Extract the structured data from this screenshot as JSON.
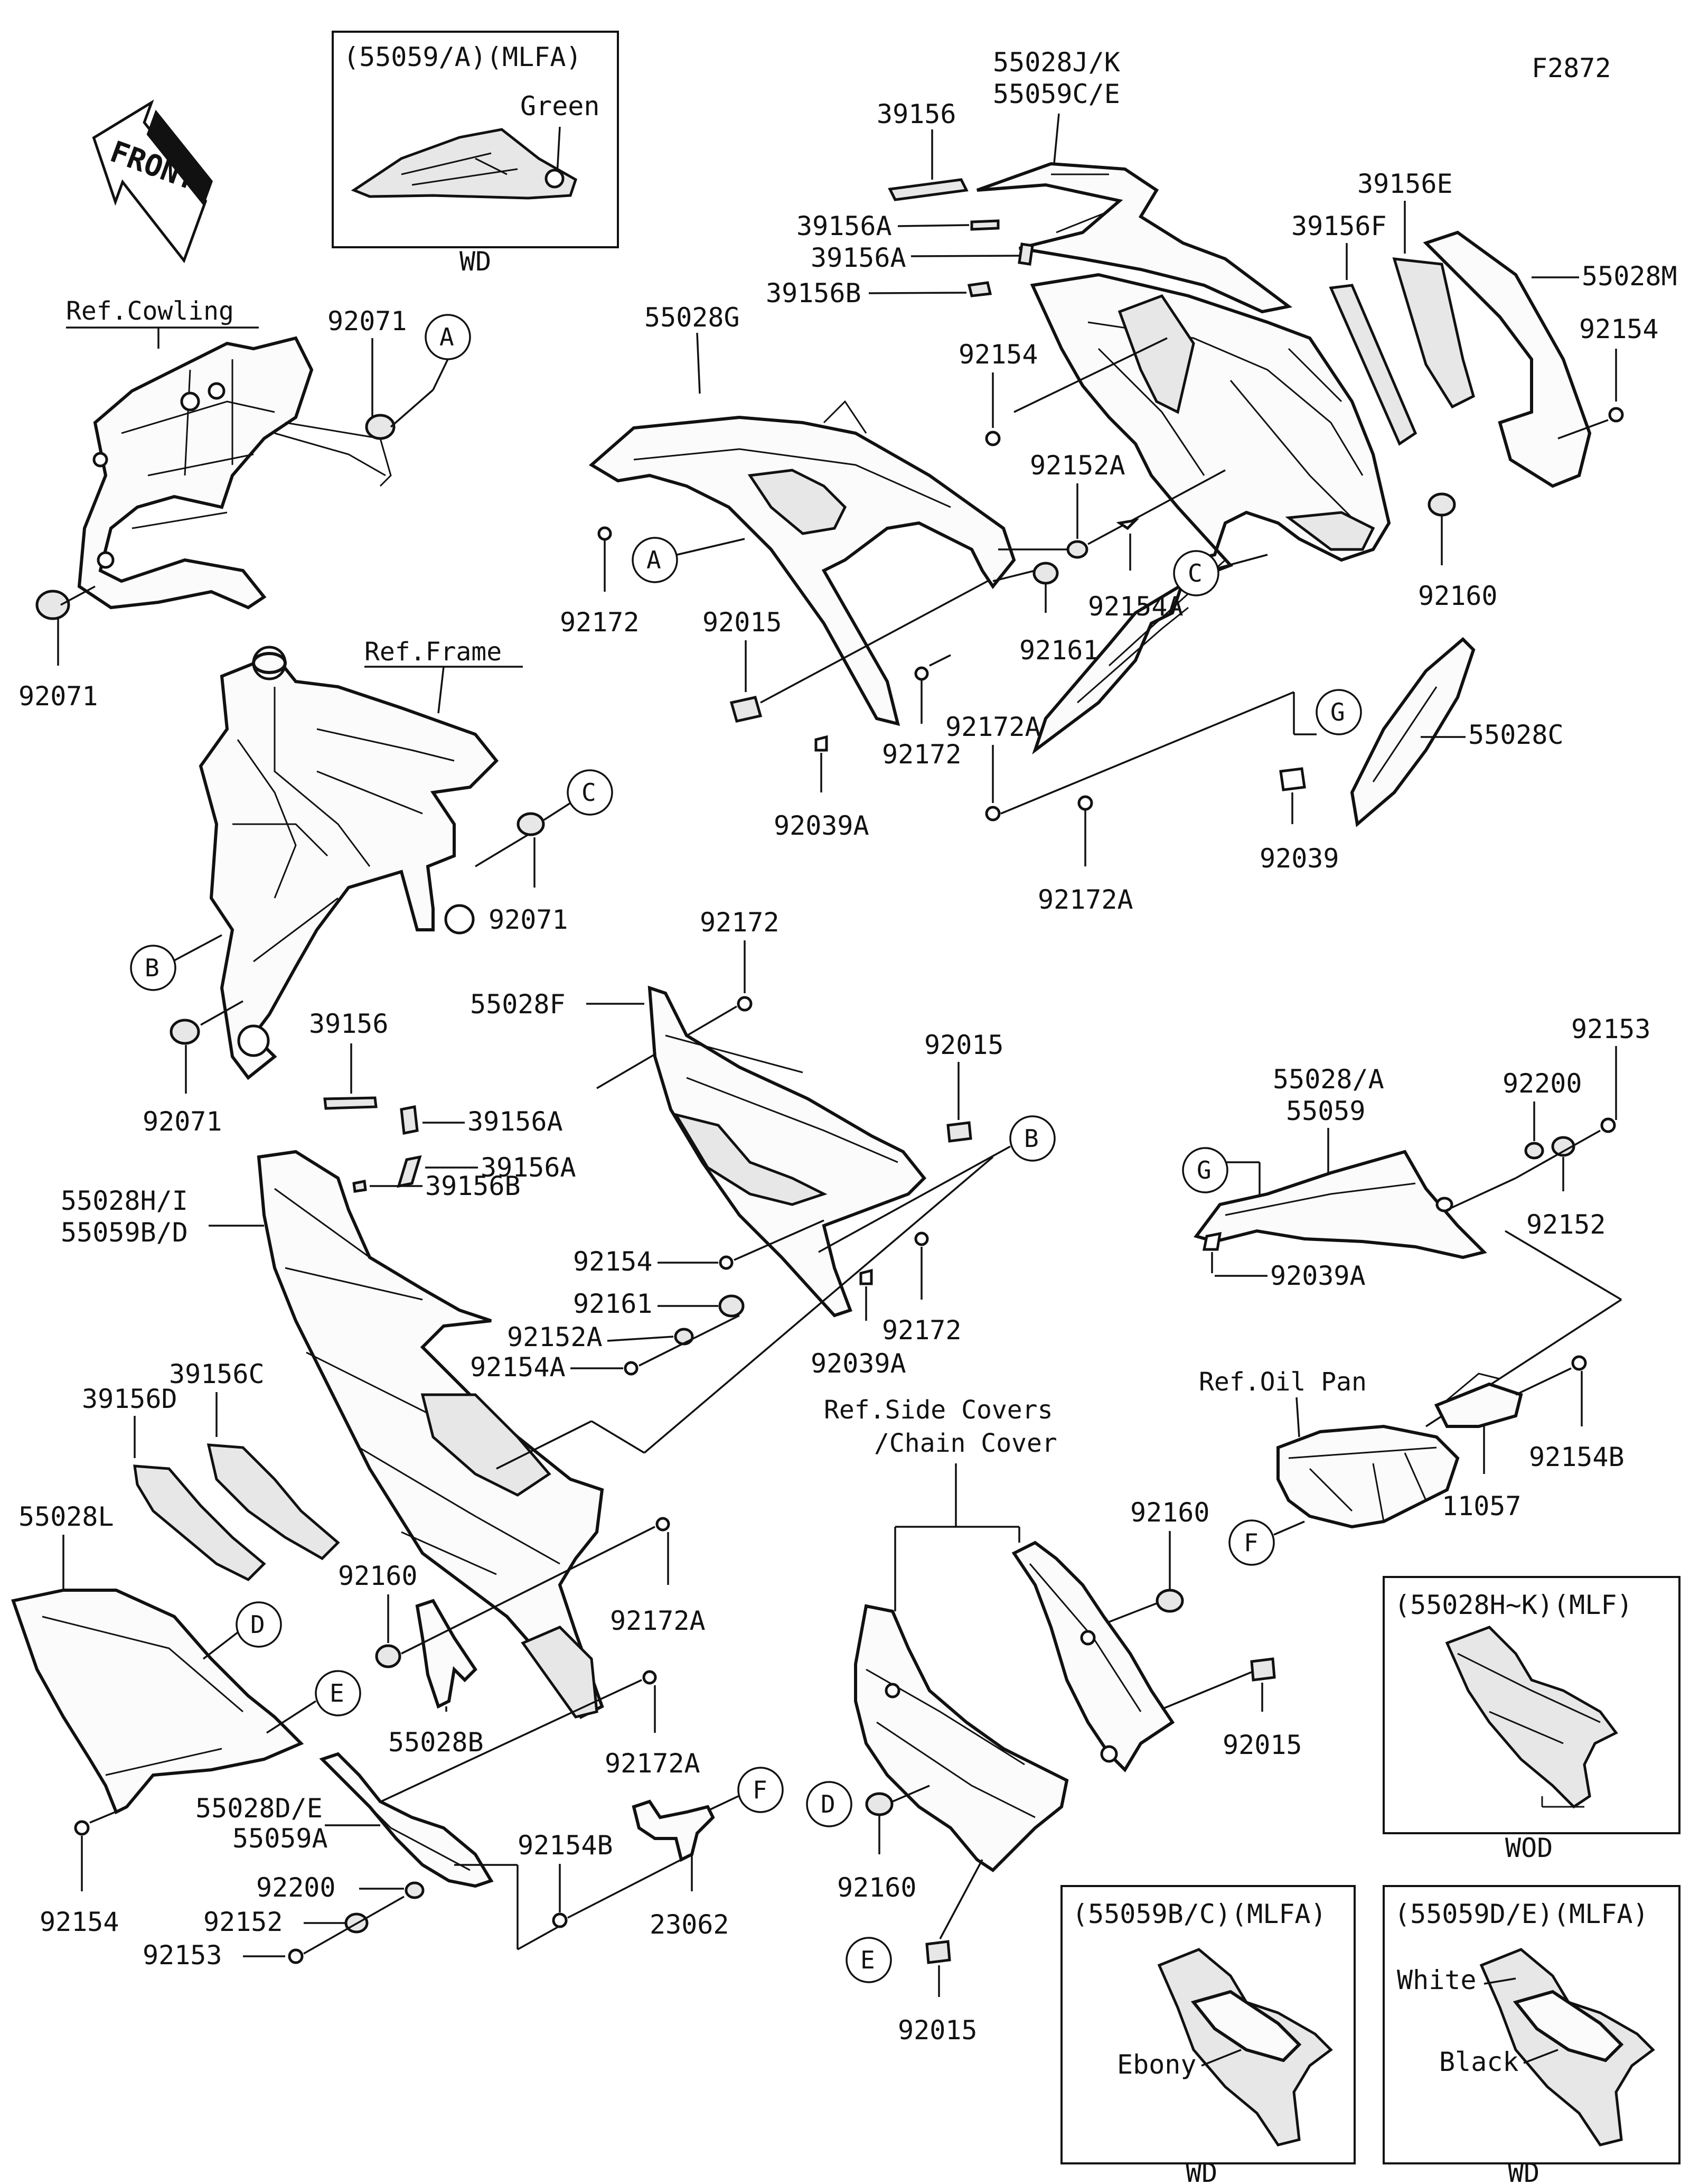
{
  "diagram_code": "F2872",
  "front_label": "FRONT",
  "refs": {
    "cowling": "Ref.Cowling",
    "frame": "Ref.Frame",
    "oil_pan": "Ref.Oil Pan",
    "side_covers_1": "Ref.Side Covers",
    "side_covers_2": "/Chain Cover"
  },
  "insets": {
    "top": {
      "title": "(55059/A)(MLFA)",
      "color_note": "Green",
      "footer": "WD"
    },
    "mlf": {
      "title": "(55028H~K)(MLF)",
      "footer": "WOD"
    },
    "mlfa_bc": {
      "title": "(55059B/C)(MLFA)",
      "color_note": "Ebony",
      "footer": "WD"
    },
    "mlfa_de": {
      "title": "(55059D/E)(MLFA)",
      "color_note_1": "White",
      "color_note_2": "Black",
      "footer": "WD"
    }
  },
  "callouts": {
    "a": "A",
    "b": "B",
    "c": "C",
    "d": "D",
    "e": "E",
    "f": "F",
    "g": "G"
  },
  "parts": {
    "p55028jk": "55028J/K",
    "p55059ce": "55059C/E",
    "p39156_top": "39156",
    "p39156a_top1": "39156A",
    "p39156a_top2": "39156A",
    "p39156b_top": "39156B",
    "p39156e": "39156E",
    "p39156f": "39156F",
    "p55028m": "55028M",
    "p92154_tr": "92154",
    "p55028g": "55028G",
    "p92154_tc": "92154",
    "p92152a_tc": "92152A",
    "p92154a_tc": "92154A",
    "p92161_tc": "92161",
    "p92160_tr": "92160",
    "p92172_tl": "92172",
    "p92015_tc": "92015",
    "p92172_tc": "92172",
    "p92172a_1": "92172A",
    "p92172a_2": "92172A",
    "p92039a_tc": "92039A",
    "p92039": "92039",
    "p55028c": "55028C",
    "p92071_1": "92071",
    "p92071_2": "92071",
    "p92071_3": "92071",
    "p92071_4": "92071",
    "p39156_mid": "39156",
    "p39156a_mid1": "39156A",
    "p39156a_mid2": "39156A",
    "p39156b_mid": "39156B",
    "p55028hi": "55028H/I",
    "p55059bd": "55059B/D",
    "p92172_mid": "92172",
    "p55028f": "55028F",
    "p92015_mid": "92015",
    "p92154_mid": "92154",
    "p92161_mid": "92161",
    "p92152a_mid": "92152A",
    "p92154a_mid": "92154A",
    "p92172_mid2": "92172",
    "p92039a_mid": "92039A",
    "p55028a": "55028/A",
    "p55059": "55059",
    "p92153_r": "92153",
    "p92200_r": "92200",
    "p92152_r": "92152",
    "p92039a_r": "92039A",
    "p92154b_r": "92154B",
    "p11057": "11057",
    "p39156c": "39156C",
    "p39156d": "39156D",
    "p55028l": "55028L",
    "p92154_bl": "92154",
    "p92160_bl": "92160",
    "p55028b": "55028B",
    "p92172a_bl1": "92172A",
    "p92172a_bl2": "92172A",
    "p55028de": "55028D/E",
    "p55059a": "55059A",
    "p92154b_bl": "92154B",
    "p23062": "23062",
    "p92200_bl": "92200",
    "p92152_bl": "92152",
    "p92153_bl": "92153",
    "p92160_br": "92160",
    "p92015_br": "92015",
    "p92160_br2": "92160",
    "p92015_br2": "92015"
  }
}
